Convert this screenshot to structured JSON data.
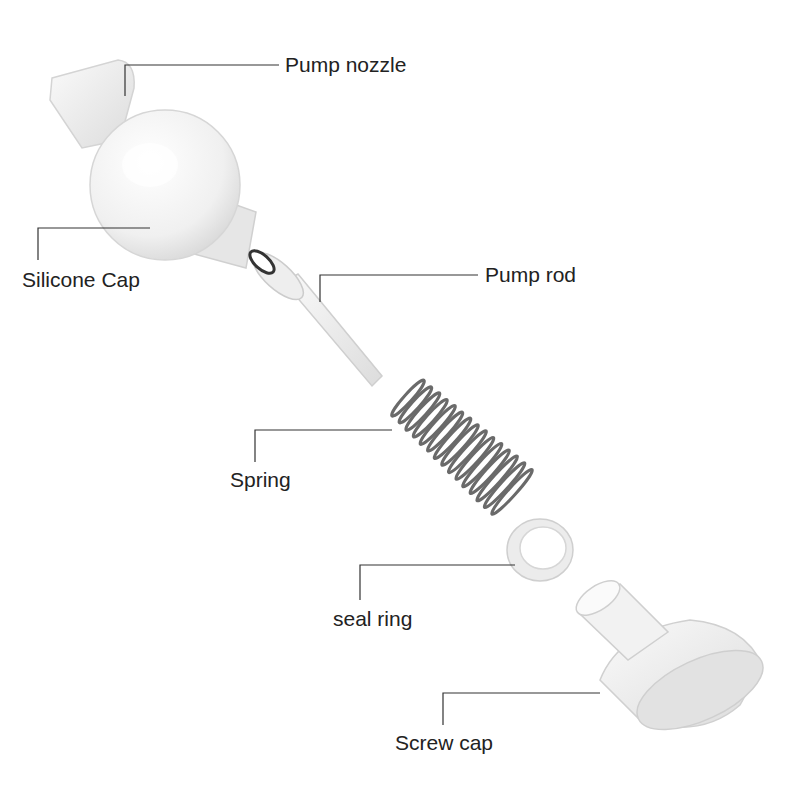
{
  "diagram": {
    "labels": [
      "Pump nozzle",
      "Silicone Cap",
      "Pump rod",
      "Spring",
      "seal ring",
      "Screw cap"
    ]
  }
}
